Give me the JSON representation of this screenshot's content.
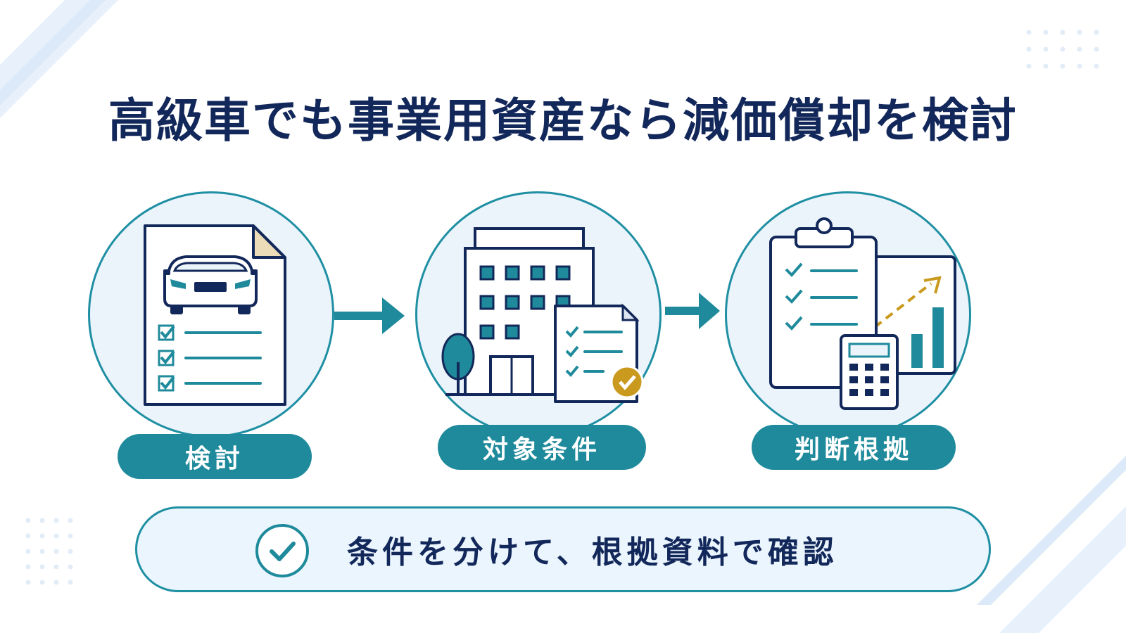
{
  "title": "高級車でも事業用資産なら減価償却を検討",
  "steps": [
    {
      "label": "検討",
      "icon": "car-document-checklist-icon"
    },
    {
      "label": "対象条件",
      "icon": "office-building-document-icon"
    },
    {
      "label": "判断根拠",
      "icon": "clipboard-calculator-chart-icon"
    }
  ],
  "bottom": {
    "text": "条件を分けて、根拠資料で確認",
    "icon": "check-circle-icon"
  },
  "colors": {
    "navy": "#13285a",
    "teal": "#1e8a9b",
    "gold": "#c99a1e",
    "light_bg": "#ecf4fb"
  }
}
